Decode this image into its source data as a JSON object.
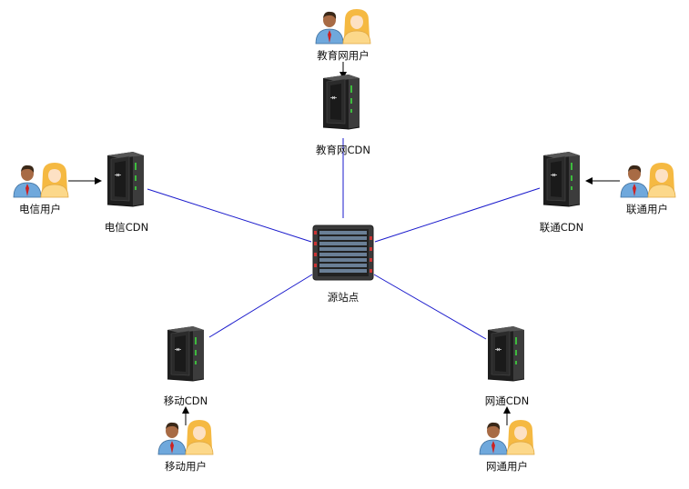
{
  "colors": {
    "link_line": "#1a1acc",
    "arrow": "#000000",
    "server_body": "#2a2a2a",
    "server_highlight": "#5a5a5a",
    "server_led": "#3dbb3d",
    "origin_body": "#3a3a3a",
    "male_shirt": "#6fa8dc",
    "male_tie": "#cc2222",
    "female_hair": "#f5b942",
    "female_shirt": "#fcd88a"
  },
  "icons": {
    "cdn_server": "cdn-server-icon",
    "origin_server": "origin-server-icon",
    "users": "users-icon"
  },
  "origin": {
    "label": "源站点"
  },
  "cdn_nodes": {
    "edu": {
      "label": "教育网CDN"
    },
    "telecom": {
      "label": "电信CDN"
    },
    "unicom": {
      "label": "联通CDN"
    },
    "mobile": {
      "label": "移动CDN"
    },
    "netcom": {
      "label": "网通CDN"
    }
  },
  "user_groups": {
    "edu": {
      "label": "教育网用户"
    },
    "telecom": {
      "label": "电信用户"
    },
    "unicom": {
      "label": "联通用户"
    },
    "mobile": {
      "label": "移动用户"
    },
    "netcom": {
      "label": "网通用户"
    }
  }
}
